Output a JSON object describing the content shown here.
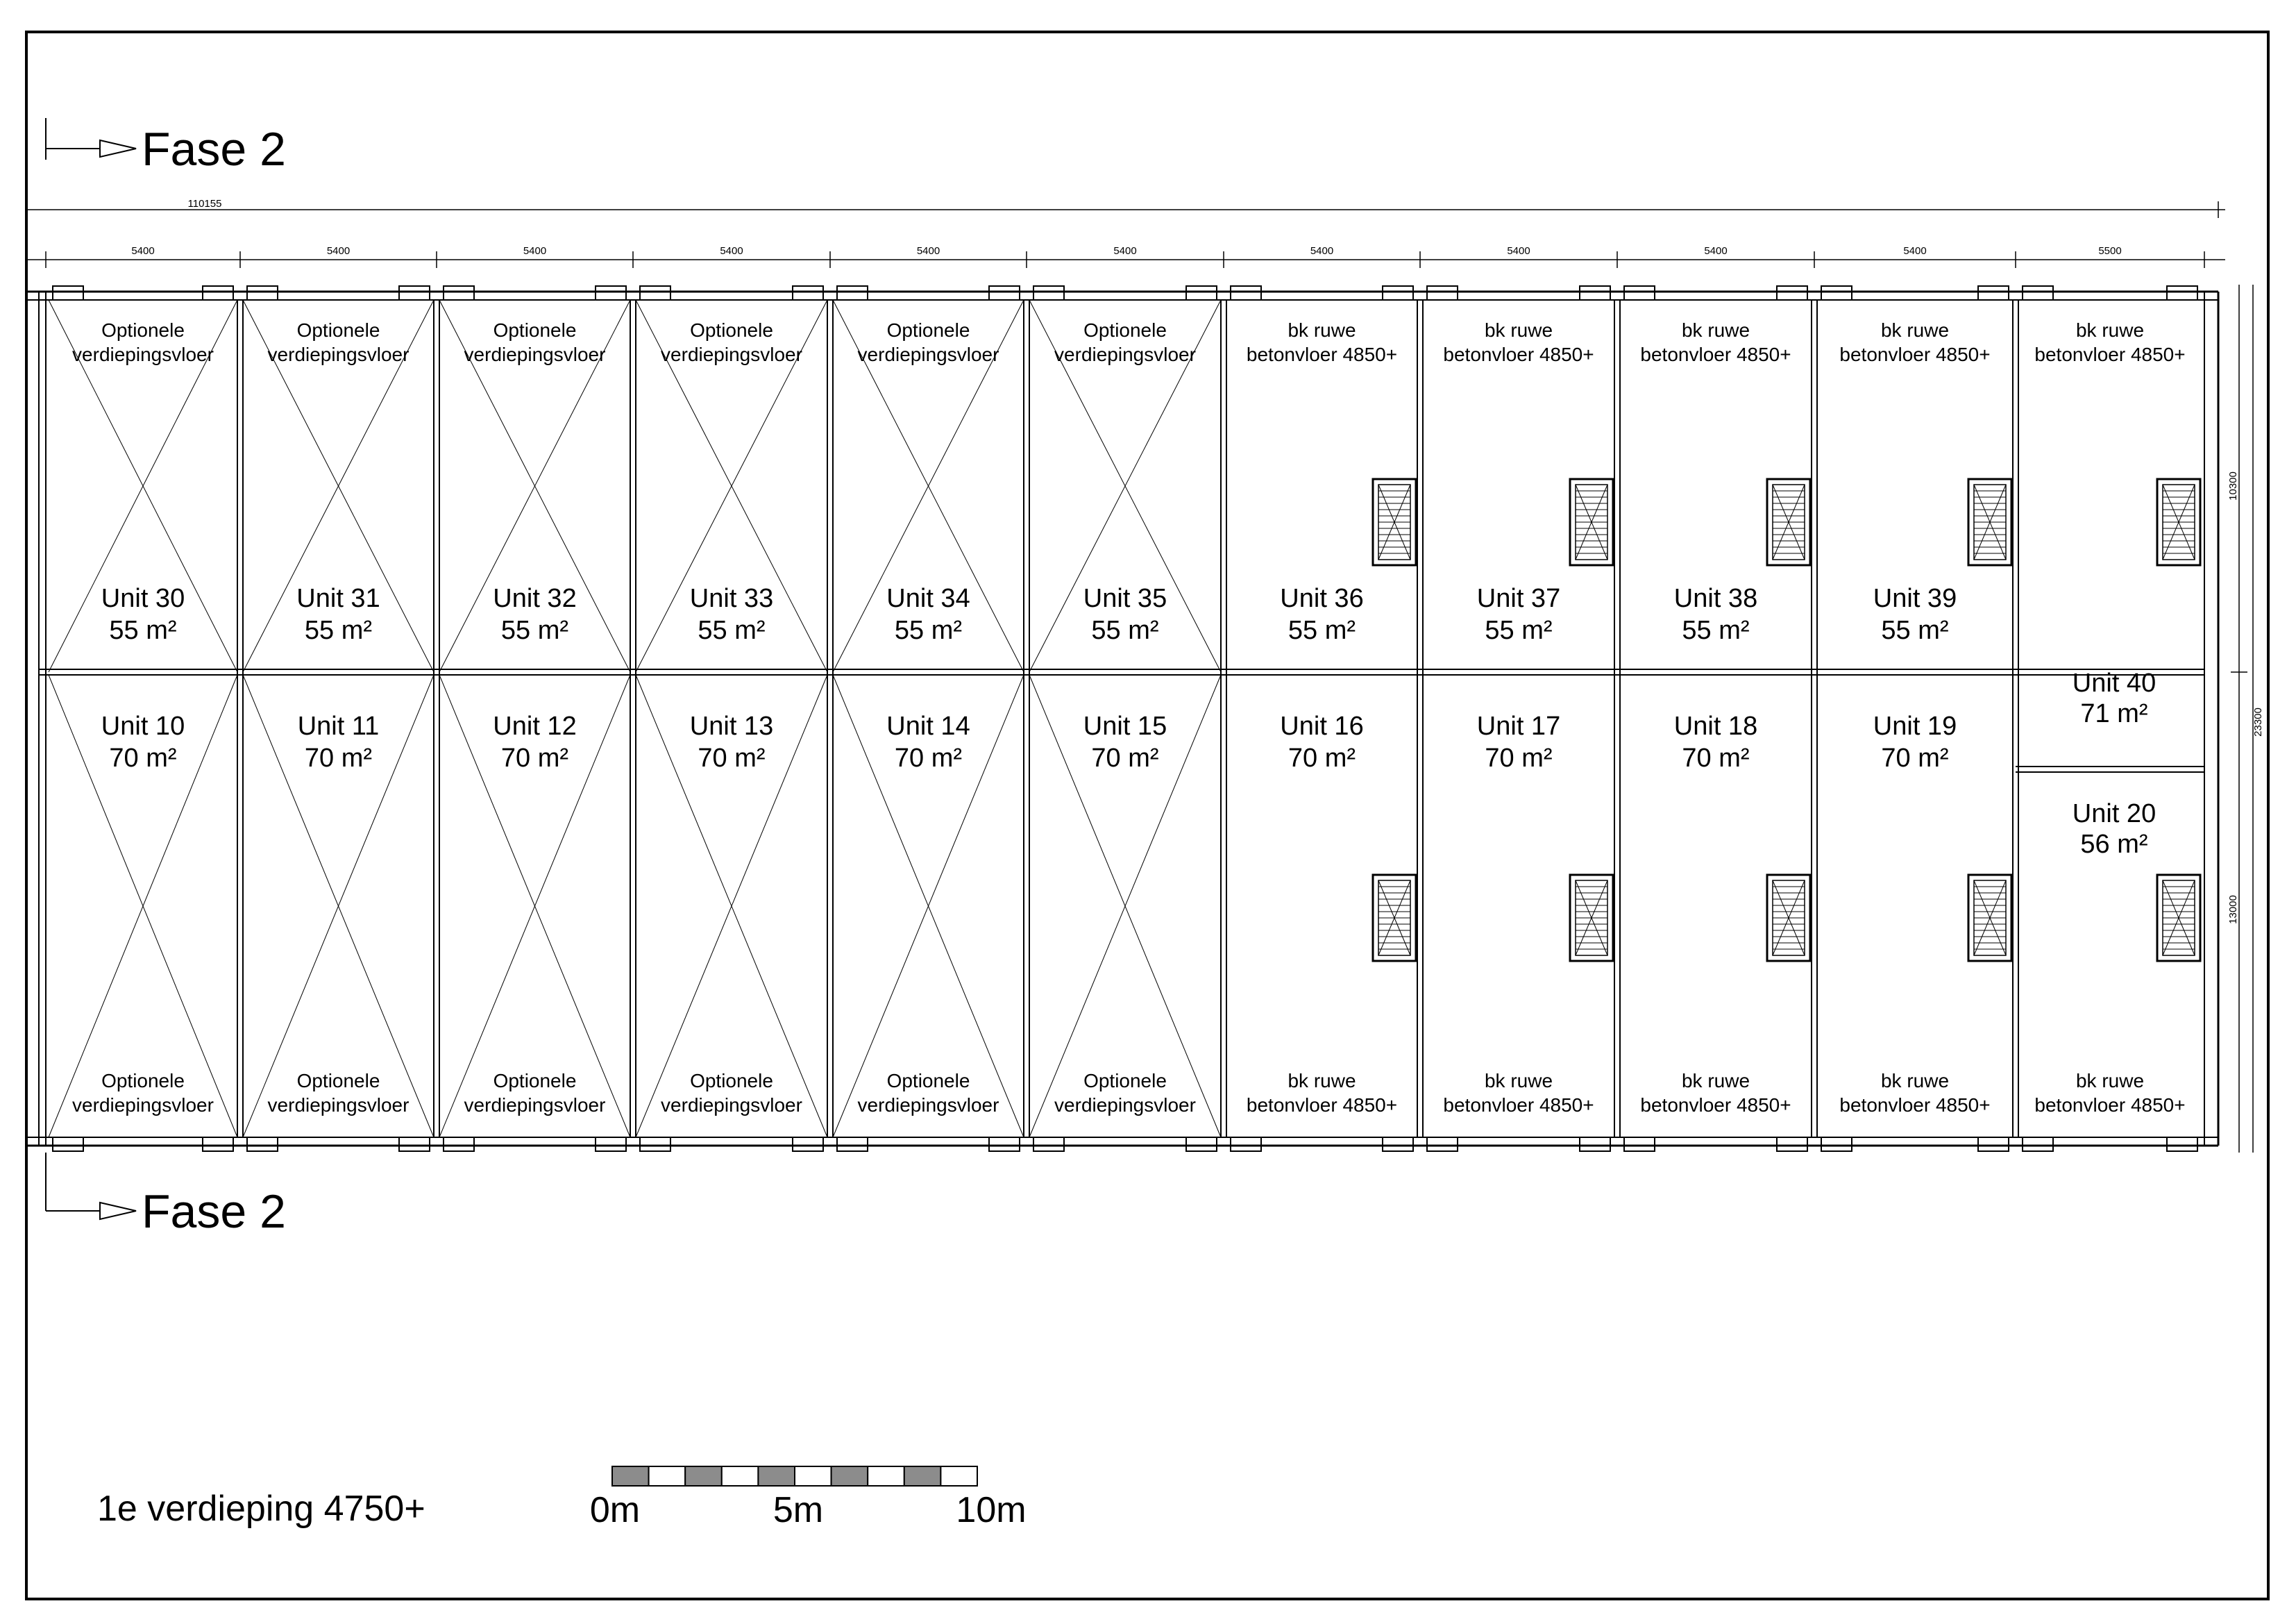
{
  "section_markers": {
    "top_label": "Fase 2",
    "bottom_label": "Fase 2"
  },
  "dimensions": {
    "overall_length": "110155",
    "bay_widths": [
      "5400",
      "5400",
      "5400",
      "5400",
      "5400",
      "5400",
      "5400",
      "5400",
      "5400",
      "5400",
      "5500"
    ],
    "right_side": {
      "upper": "10300",
      "total": "23300",
      "lower": "13000"
    }
  },
  "floor_notes": {
    "optional_floor": [
      "Optionele",
      "verdiepingsvloer"
    ],
    "concrete_floor": [
      "bk ruwe",
      "betonvloer  4850+"
    ]
  },
  "units_top": [
    {
      "name": "Unit 30",
      "area": "55 m²"
    },
    {
      "name": "Unit 31",
      "area": "55 m²"
    },
    {
      "name": "Unit 32",
      "area": "55 m²"
    },
    {
      "name": "Unit 33",
      "area": "55 m²"
    },
    {
      "name": "Unit 34",
      "area": "55 m²"
    },
    {
      "name": "Unit 35",
      "area": "55 m²"
    },
    {
      "name": "Unit 36",
      "area": "55 m²"
    },
    {
      "name": "Unit 37",
      "area": "55 m²"
    },
    {
      "name": "Unit 38",
      "area": "55 m²"
    },
    {
      "name": "Unit 39",
      "area": "55 m²"
    }
  ],
  "units_bottom": [
    {
      "name": "Unit 10",
      "area": "70 m²"
    },
    {
      "name": "Unit 11",
      "area": "70 m²"
    },
    {
      "name": "Unit 12",
      "area": "70 m²"
    },
    {
      "name": "Unit 13",
      "area": "70 m²"
    },
    {
      "name": "Unit 14",
      "area": "70 m²"
    },
    {
      "name": "Unit 15",
      "area": "70 m²"
    },
    {
      "name": "Unit 16",
      "area": "70 m²"
    },
    {
      "name": "Unit 17",
      "area": "70 m²"
    },
    {
      "name": "Unit 18",
      "area": "70 m²"
    },
    {
      "name": "Unit 19",
      "area": "70 m²"
    }
  ],
  "units_last_bay": [
    {
      "name": "Unit 40",
      "area": "71 m²"
    },
    {
      "name": "Unit 20",
      "area": "56 m²"
    }
  ],
  "drawing_title": "1e verdieping 4750+",
  "scale_bar": {
    "labels": [
      "0m",
      "5m",
      "10m"
    ],
    "dark_color": "#8c8c8c",
    "light_color": "#ffffff"
  }
}
